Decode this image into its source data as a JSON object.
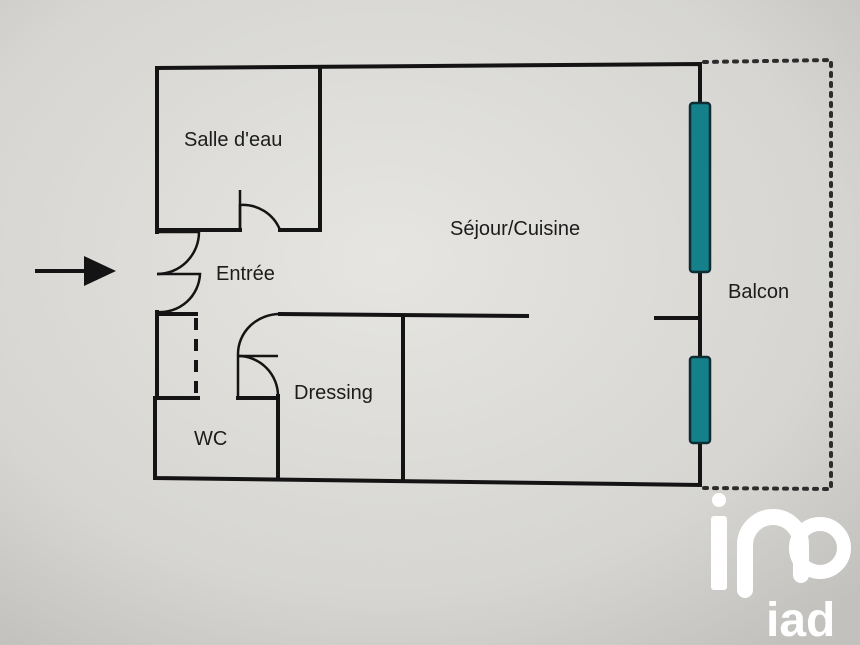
{
  "rooms": {
    "salle_deau": "Salle d'eau",
    "sejour_cuisine": "Séjour/Cuisine",
    "entree": "Entrée",
    "balcon": "Balcon",
    "dressing": "Dressing",
    "wc": "WC"
  },
  "logo": {
    "text": "iad"
  },
  "colors": {
    "window": "#14808a",
    "wall": "#141414",
    "background": "#d9d8d4",
    "logo": "#ffffff"
  }
}
